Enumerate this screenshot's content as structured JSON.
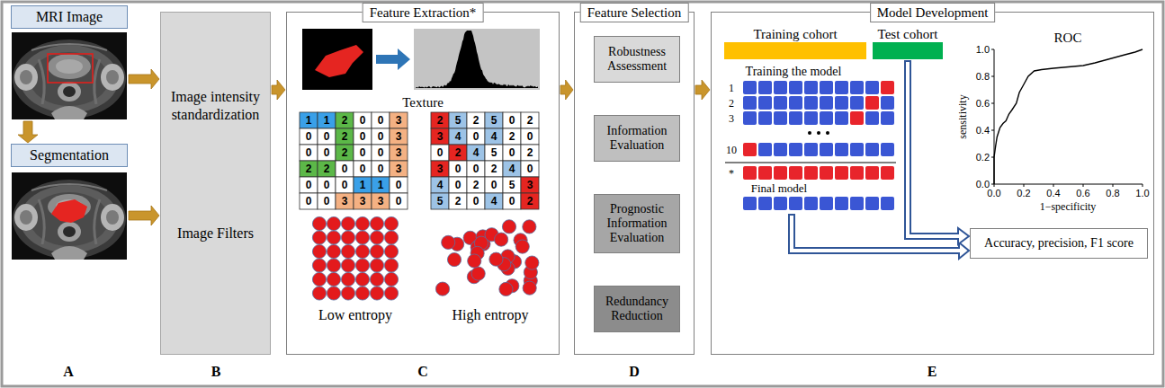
{
  "diagram": {
    "nodes": [
      {
        "text": [
          "MRI Image"
        ]
      },
      {
        "text": [
          "Segmentation"
        ]
      },
      {
        "text": [
          "Image intensity standardization",
          "Image Filters"
        ]
      },
      {
        "text": [
          "Feature Extraction*"
        ]
      },
      {
        "text": [
          "Feature Selection"
        ]
      },
      {
        "text": [
          "Robustness Assessment"
        ],
        "in": 4
      },
      {
        "text": [
          "Information Evaluation"
        ],
        "in": 4
      },
      {
        "text": [
          "Prognostic Information Evaluation"
        ],
        "in": 4
      },
      {
        "text": [
          "Redundancy Reduction"
        ],
        "in": 4
      },
      {
        "text": [
          "Model Development"
        ]
      },
      {
        "text": [
          "Training cohort"
        ],
        "in": 9
      },
      {
        "text": [
          "Test cohort"
        ],
        "in": 9
      },
      {
        "text": [
          "Accuracy, precision, F1 score"
        ],
        "in": 9
      }
    ],
    "edges": [
      {
        "from": 0,
        "to": 1,
        "arrow": "to"
      },
      {
        "from": 0,
        "to": 2,
        "arrow": "to"
      },
      {
        "from": 1,
        "to": 2,
        "arrow": "to"
      },
      {
        "from": 2,
        "to": 3,
        "arrow": "to"
      },
      {
        "from": 3,
        "to": 4,
        "arrow": "to"
      },
      {
        "from": 4,
        "to": 9,
        "arrow": "to"
      },
      {
        "from": 11,
        "to": 12,
        "arrow": "to"
      }
    ],
    "labels": [
      "Texture",
      "1",
      "1",
      "2",
      "0",
      "0",
      "3",
      "0",
      "0",
      "2",
      "0",
      "0",
      "3",
      "0",
      "0",
      "2",
      "0",
      "0",
      "3",
      "2",
      "2",
      "0",
      "0",
      "0",
      "3",
      "0",
      "0",
      "0",
      "1",
      "1",
      "0",
      "0",
      "0",
      "3",
      "3",
      "3",
      "0",
      "2",
      "5",
      "2",
      "5",
      "0",
      "2",
      "3",
      "4",
      "0",
      "4",
      "2",
      "0",
      "0",
      "2",
      "4",
      "5",
      "0",
      "2",
      "3",
      "0",
      "0",
      "2",
      "4",
      "0",
      "4",
      "0",
      "2",
      "0",
      "5",
      "3",
      "5",
      "2",
      "0",
      "4",
      "0",
      "2",
      "Low entropy",
      "High entropy",
      "Training the model",
      "1",
      "2",
      "3",
      "10",
      "*",
      "Final model",
      "ROC",
      "1.0",
      "0.8",
      "0.6",
      "0.4",
      "0.2",
      "0.0",
      "sensitivity",
      "0.0",
      "0.2",
      "0.4",
      "0.6",
      "0.8",
      "1.0",
      "1−specificity",
      "A",
      "B",
      "C",
      "D",
      "E"
    ]
  }
}
